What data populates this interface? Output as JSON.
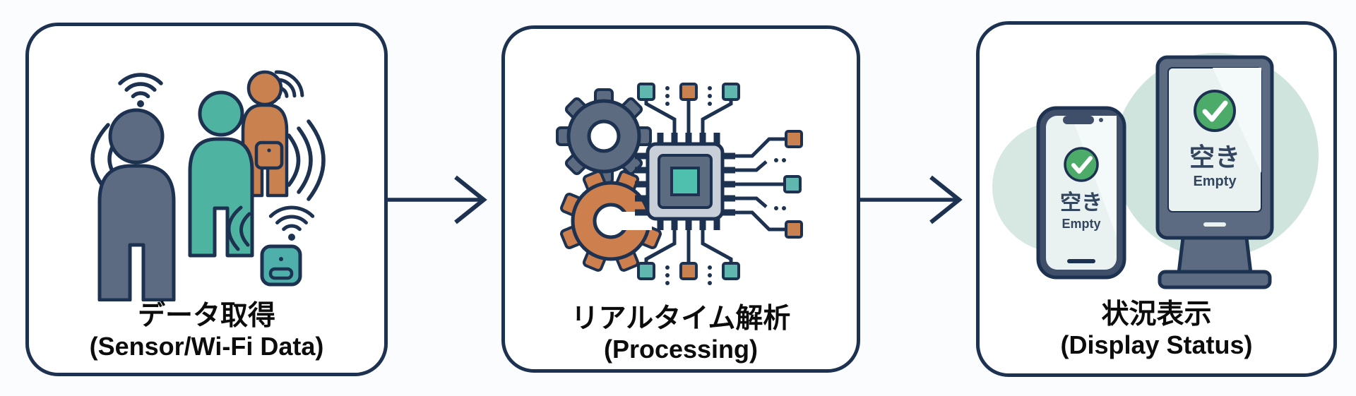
{
  "diagram": {
    "background": "#fbfcfd",
    "outline_color": "#1d3150",
    "steps": [
      {
        "id": "data-acquisition",
        "title_jp": "データ取得",
        "title_en": "(Sensor/Wi-Fi Data)",
        "icon": "people-wifi-sensor-icon"
      },
      {
        "id": "realtime-processing",
        "title_jp": "リアルタイム解析",
        "title_en": "(Processing)",
        "icon": "gears-cpu-icon"
      },
      {
        "id": "status-display",
        "title_jp": "状況表示",
        "title_en": "(Display Status)",
        "icon": "smartphone-signage-icon"
      }
    ],
    "display_status": {
      "phone": {
        "status_jp": "空き",
        "status_en": "Empty",
        "icon": "check-circle-icon"
      },
      "signage": {
        "status_jp": "空き",
        "status_en": "Empty",
        "icon": "check-circle-icon"
      }
    },
    "colors": {
      "person_gray": "#5d6b82",
      "person_teal": "#4fb3a1",
      "person_orange": "#c8814f",
      "sensor_teal": "#4fb0ab",
      "gear_gray": "#5d6b80",
      "gear_orange": "#cd7f4e",
      "chip_frame": "#c9cfd8",
      "chip_body": "#5d6b80",
      "chip_core": "#4fc0ae",
      "check_green": "#4cab68",
      "screen_light": "#e9f1f1",
      "phone_navy": "#3f4f6a",
      "signage_gray": "#5d6b82",
      "halo_teal": "#d3e6e1"
    }
  }
}
